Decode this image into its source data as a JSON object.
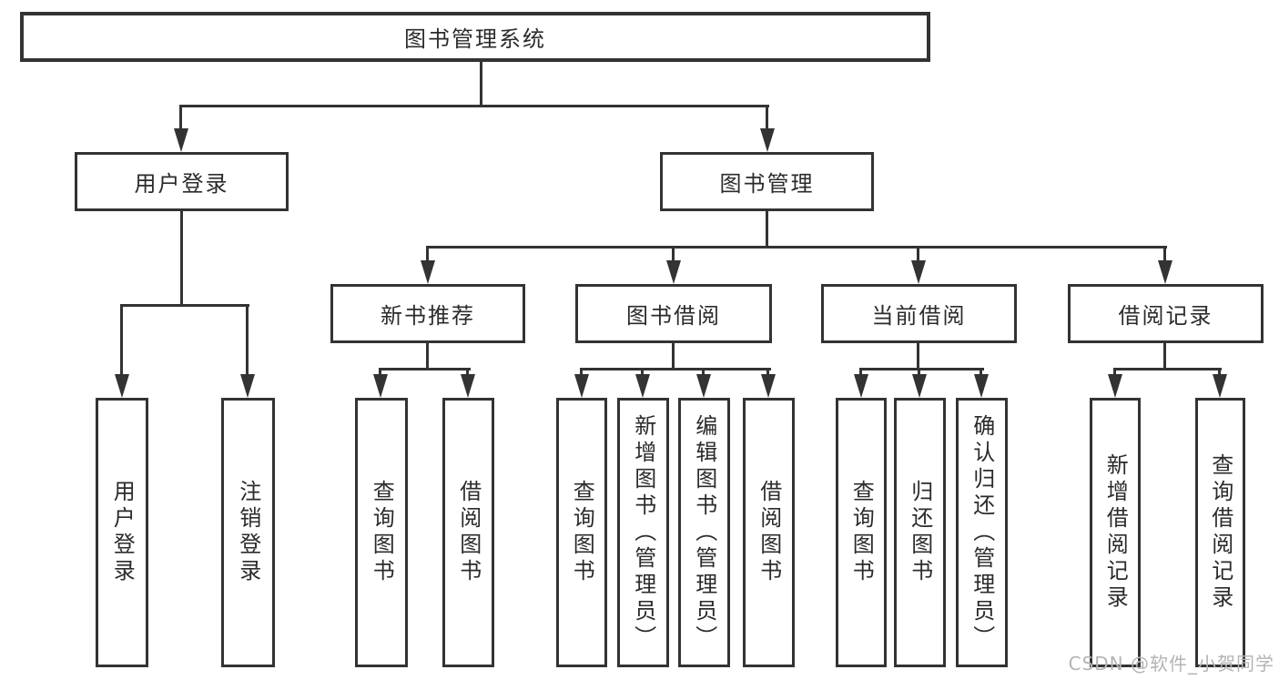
{
  "diagram": {
    "title": "图书管理系统",
    "type": "hierarchy-tree",
    "colors": {
      "line": "#333333",
      "text": "#2b2b2b",
      "background": "#ffffff",
      "watermark": "#b4b4b4"
    },
    "root": {
      "label": "图书管理系统"
    },
    "level2": [
      {
        "label": "用户登录",
        "parent": "图书管理系统"
      },
      {
        "label": "图书管理",
        "parent": "图书管理系统"
      }
    ],
    "level3": [
      {
        "label": "新书推荐",
        "parent": "图书管理"
      },
      {
        "label": "图书借阅",
        "parent": "图书管理"
      },
      {
        "label": "当前借阅",
        "parent": "图书管理"
      },
      {
        "label": "借阅记录",
        "parent": "图书管理"
      }
    ],
    "leaves": [
      {
        "label": "用户登录",
        "parent": "用户登录"
      },
      {
        "label": "注销登录",
        "parent": "用户登录"
      },
      {
        "label": "查询图书",
        "parent": "新书推荐"
      },
      {
        "label": "借阅图书",
        "parent": "新书推荐"
      },
      {
        "label": "查询图书",
        "parent": "图书借阅"
      },
      {
        "label": "新增图书（管理员）",
        "parent": "图书借阅"
      },
      {
        "label": "编辑图书（管理员）",
        "parent": "图书借阅"
      },
      {
        "label": "借阅图书",
        "parent": "图书借阅"
      },
      {
        "label": "查询图书",
        "parent": "当前借阅"
      },
      {
        "label": "归还图书",
        "parent": "当前借阅"
      },
      {
        "label": "确认归还（管理员）",
        "parent": "当前借阅"
      },
      {
        "label": "新增借阅记录",
        "parent": "借阅记录"
      },
      {
        "label": "查询借阅记录",
        "parent": "借阅记录"
      }
    ],
    "watermark": "CSDN @软件_小贺同学"
  }
}
